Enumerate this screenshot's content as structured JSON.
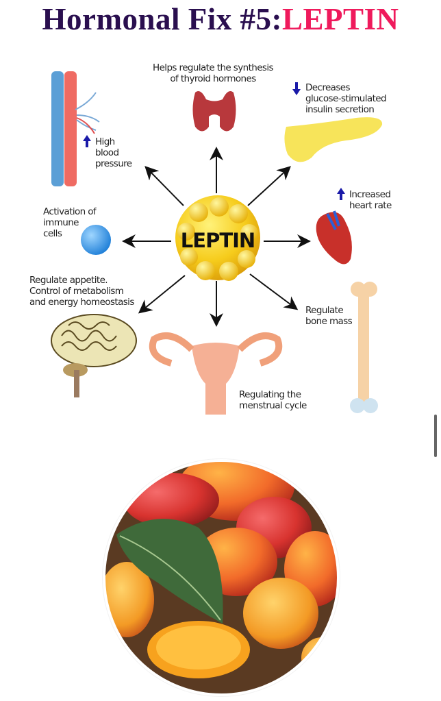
{
  "title": {
    "prefix": "Hormonal Fix #5:",
    "highlight": "LEPTIN"
  },
  "diagram": {
    "center": "LEPTIN",
    "effects": {
      "thyroid": [
        "Helps regulate the synthesis",
        "of thyroid hormones"
      ],
      "pancreas": [
        "Decreases",
        "glucose-stimulated",
        "insulin secretion"
      ],
      "blood_pressure": [
        "High",
        "blood",
        "pressure"
      ],
      "heart": [
        "Increased",
        "heart rate"
      ],
      "immune": [
        "Activation of",
        "immune",
        "cells"
      ],
      "appetite": [
        "Regulate appetite.",
        "Control of metabolism",
        "and energy homeostasis"
      ],
      "bone": [
        "Regulate",
        "bone mass"
      ],
      "menstrual": [
        "Regulating the",
        "menstrual cycle"
      ]
    }
  },
  "colors": {
    "title_dark": "#2a0f4f",
    "title_accent": "#ef1a5c",
    "arrow_blue": "#1a1aa8"
  }
}
